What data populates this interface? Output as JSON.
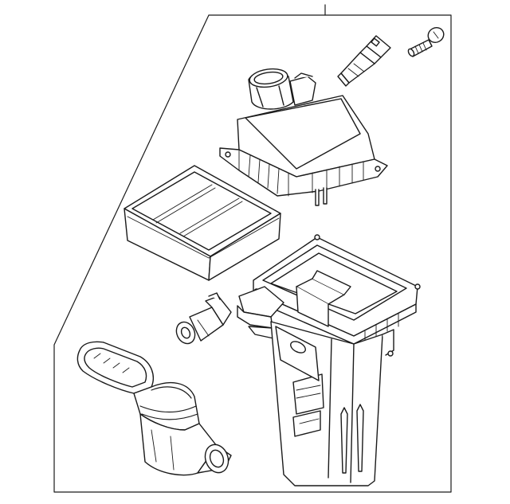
{
  "diagram": {
    "kind": "exploded-parts-view",
    "line_color": "#1a1a1a",
    "background_color": "#ffffff",
    "parts": [
      {
        "id": "air-cleaner-lid",
        "icon": "housing-cover-icon"
      },
      {
        "id": "mass-air-flow-sensor",
        "icon": "sensor-icon"
      },
      {
        "id": "mounting-bolt",
        "icon": "bolt-icon"
      },
      {
        "id": "air-filter-element",
        "icon": "filter-icon"
      },
      {
        "id": "air-cleaner-housing",
        "icon": "housing-icon"
      },
      {
        "id": "actuator-valve",
        "icon": "actuator-icon"
      },
      {
        "id": "intake-duct",
        "icon": "duct-icon"
      }
    ]
  }
}
